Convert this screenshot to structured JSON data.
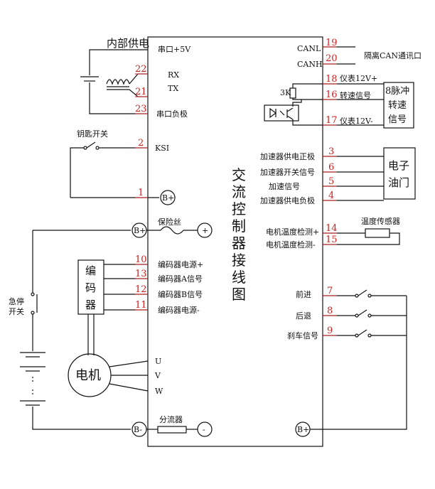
{
  "left_texts": {
    "internal_power": "内部供电",
    "key_switch": "钥匙开关",
    "estop_1": "急停",
    "estop_2": "开关",
    "encoder_1": "编",
    "encoder_2": "码",
    "encoder_3": "器",
    "motor": "电机",
    "fuse": "保险丝",
    "shunt": "分流器"
  },
  "controller_title": [
    "交",
    "流",
    "控",
    "制",
    "器",
    "接",
    "线",
    "图"
  ],
  "terminals": {
    "bplus": "B+",
    "bminus": "B-",
    "plus": "+",
    "minus": "-"
  },
  "left_pins": [
    {
      "num": "22",
      "label": "RX"
    },
    {
      "num": "21",
      "label": "TX"
    },
    {
      "num": "23",
      "label": "串口负极"
    },
    {
      "num": "2",
      "label": "KSI"
    },
    {
      "num": "1",
      "label": ""
    },
    {
      "num": "10",
      "label": "编码器电源+"
    },
    {
      "num": "13",
      "label": "编码器A信号"
    },
    {
      "num": "12",
      "label": "编码器B信号"
    },
    {
      "num": "11",
      "label": "编码器电源-"
    }
  ],
  "serial_5v": "串口+5V",
  "motor_phases": [
    "U",
    "V",
    "W"
  ],
  "right_pins": [
    {
      "num": "19",
      "label": "CANL",
      "ext": ""
    },
    {
      "num": "20",
      "label": "CANH",
      "ext": "隔离CAN通讯口"
    },
    {
      "num": "18",
      "label": "",
      "ext": "仪表12V+"
    },
    {
      "num": "16",
      "label": "",
      "ext": "转速信号"
    },
    {
      "num": "17",
      "label": "",
      "ext": "仪表12V-"
    },
    {
      "num": "3",
      "label": "加速器供电正极",
      "ext": ""
    },
    {
      "num": "6",
      "label": "加速器开关信号",
      "ext": ""
    },
    {
      "num": "5",
      "label": "加速信号",
      "ext": ""
    },
    {
      "num": "4",
      "label": "加速器供电负极",
      "ext": ""
    },
    {
      "num": "14",
      "label": "电机温度检测+",
      "ext": ""
    },
    {
      "num": "15",
      "label": "电机温度检测-",
      "ext": ""
    },
    {
      "num": "7",
      "label": "前进",
      "ext": ""
    },
    {
      "num": "8",
      "label": "后退",
      "ext": ""
    },
    {
      "num": "9",
      "label": "刹车信号",
      "ext": ""
    }
  ],
  "right_boxes": {
    "tacho_1": "8脉冲",
    "tacho_2": "转速",
    "tacho_3": "信号",
    "throttle_1": "电子",
    "throttle_2": "油门",
    "temp_sensor": "温度传感器",
    "resistor": "3K"
  }
}
